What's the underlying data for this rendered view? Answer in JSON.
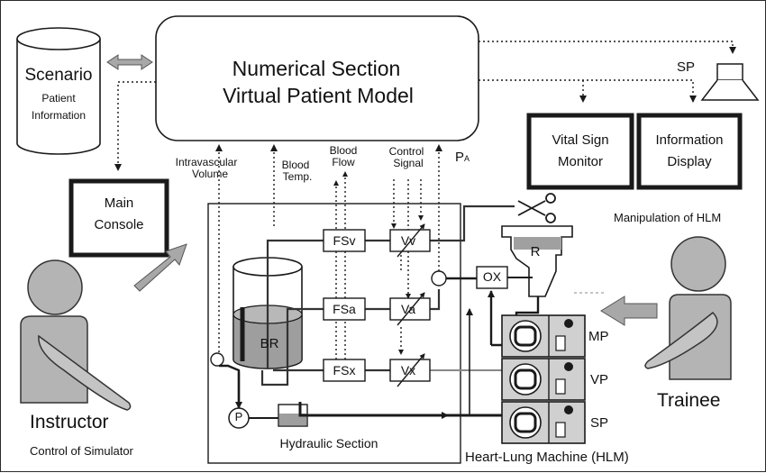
{
  "scenario": {
    "title": "Scenario",
    "line1": "Patient",
    "line2": "Information"
  },
  "numerical": {
    "line1": "Numerical Section",
    "line2": "Virtual Patient Model"
  },
  "monitors": {
    "vital_sign": [
      "Vital Sign",
      "Monitor"
    ],
    "info_display": [
      "Information",
      "Display"
    ]
  },
  "main_console": [
    "Main",
    "Console"
  ],
  "speaker_label": "SP",
  "signals": {
    "intravascular": [
      "Intravascular",
      "Volume"
    ],
    "blood_temp": [
      "Blood",
      "Temp."
    ],
    "blood_flow": [
      "Blood",
      "Flow"
    ],
    "control_signal": [
      "Control",
      "Signal"
    ],
    "pa_main": "P",
    "pa_sub": "A"
  },
  "hydraulic": {
    "flow_sensors": [
      "FSv",
      "FSa",
      "FSx"
    ],
    "valves": [
      "Vv",
      "Va",
      "Vx"
    ],
    "reservoir": "BR",
    "pump": "P",
    "section_label": "Hydraulic Section"
  },
  "hlm": {
    "reservoir": "R",
    "oxygenator": "OX",
    "pumps": [
      "MP",
      "VP",
      "SP"
    ],
    "label": "Heart-Lung Machine (HLM)",
    "manipulation": "Manipulation of HLM"
  },
  "people": {
    "instructor": "Instructor",
    "instructor_role": "Control of Simulator",
    "trainee": "Trainee"
  },
  "colors": {
    "stroke": "#1a1a1a",
    "figure_fill": "#b4b4b4",
    "arrow_fill": "#a8a8a8",
    "blood_fill": "#9e9e9e"
  }
}
